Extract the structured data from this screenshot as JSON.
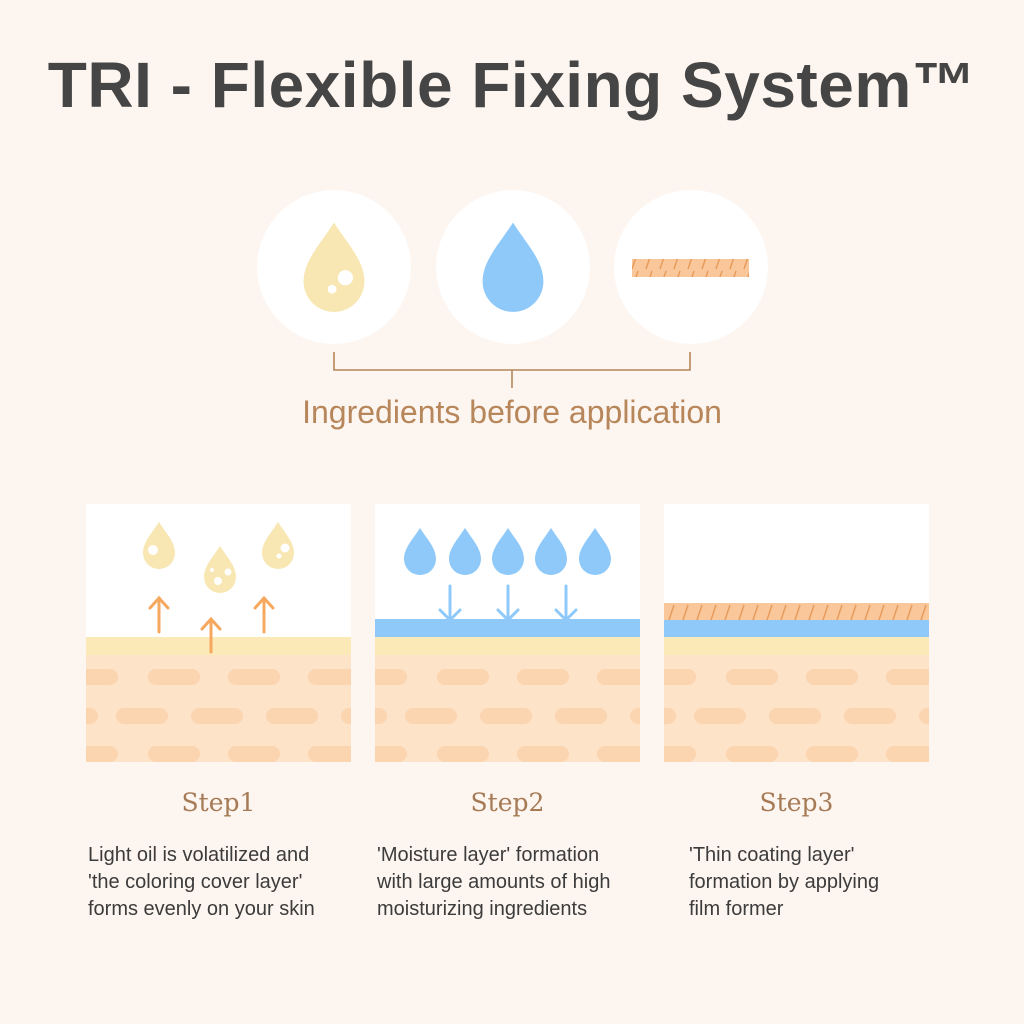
{
  "title": "TRI - Flexible Fixing System™",
  "ingredients": {
    "label": "Ingredients before application",
    "icons": [
      "oil-drop-icon",
      "water-drop-icon",
      "film-layer-icon"
    ]
  },
  "steps": [
    {
      "label": "Step1",
      "lines": [
        "Light oil is volatilized and",
        "'the coloring cover layer'",
        "forms evenly on your skin"
      ]
    },
    {
      "label": "Step2",
      "lines": [
        "'Moisture layer' formation",
        "with large amounts of high",
        "moisturizing ingredients"
      ]
    },
    {
      "label": "Step3",
      "lines": [
        "'Thin coating layer'",
        "formation by applying",
        "film former"
      ]
    }
  ],
  "colors": {
    "oil": "#f8e7b2",
    "water": "#8ec9f9",
    "film": "#f9c79a",
    "skin": "#fde3c8",
    "accent": "#b7875b"
  }
}
